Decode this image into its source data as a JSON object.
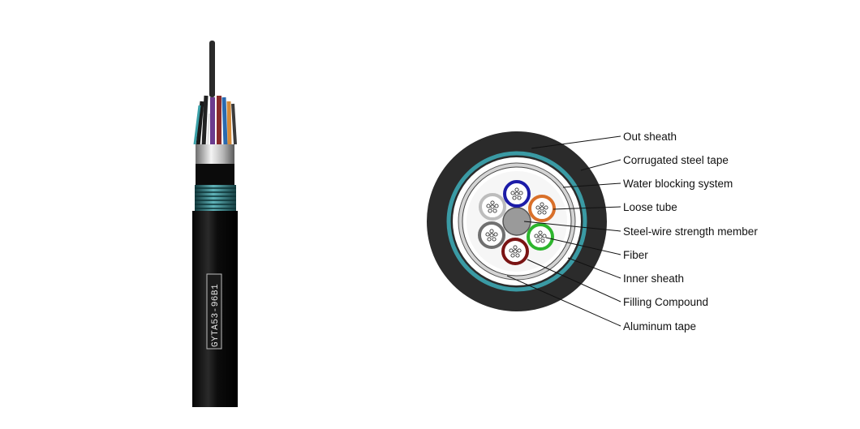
{
  "product": {
    "print_label": "GYTA53-96B1"
  },
  "cross_section": {
    "labels": [
      "Out sheath",
      "Corrugated steel tape",
      "Water blocking system",
      "Loose tube",
      "Steel-wire strength member",
      "Fiber",
      "Inner sheath",
      "Filling Compound",
      "Aluminum tape"
    ]
  },
  "colors": {
    "outer_sheath": "#2b2b2b",
    "armor_band": "#3a9aa4",
    "central_member": "#9a9a9a",
    "tube_blue": "#1c1ca8",
    "tube_orange": "#d9702a",
    "tube_green": "#2db52d",
    "tube_brown": "#7a1414",
    "tube_gray": "#707070",
    "tube_white": "#bdbdbd"
  },
  "icons": {
    "cable_photo": "armored-fiber-cable",
    "cross_section": "cable-cross-section"
  }
}
